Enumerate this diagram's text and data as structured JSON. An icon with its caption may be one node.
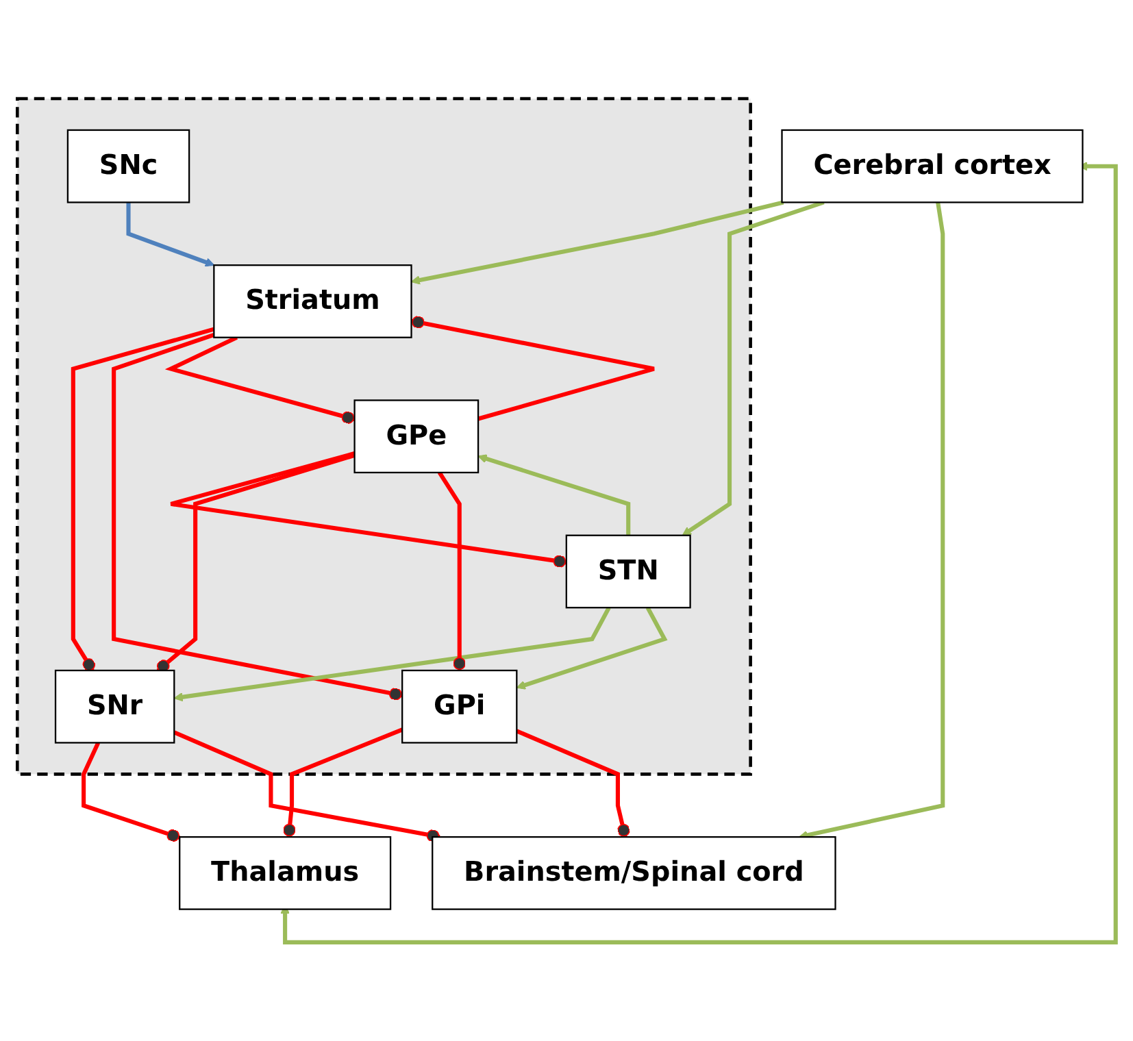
{
  "diagram": {
    "nodes": [
      {
        "text": [
          "Cerebral cortex"
        ]
      },
      {
        "text": [],
        "shape": "box"
      },
      {
        "text": [
          "SNc"
        ],
        "in": 1
      },
      {
        "text": [
          "Striatum"
        ],
        "in": 1
      },
      {
        "text": [
          "GPe"
        ],
        "in": 1
      },
      {
        "text": [
          "STN"
        ],
        "in": 1
      },
      {
        "text": [
          "SNr"
        ],
        "in": 1
      },
      {
        "text": [
          "GPi"
        ],
        "in": 1
      },
      {
        "text": [
          "Thalamus"
        ]
      },
      {
        "text": [
          "Brainstem/Spinal cord"
        ]
      }
    ],
    "edges": [
      {
        "from": 0,
        "to": 3,
        "arrow": "to",
        "color": "#9bbb59"
      },
      {
        "from": 8,
        "to": 0,
        "arrow": "both",
        "color": "#9bbb59"
      },
      {
        "from": 0,
        "to": 5,
        "arrow": "to",
        "color": "#9bbb59"
      },
      {
        "from": 0,
        "to": 9,
        "arrow": "to",
        "color": "#9bbb59"
      },
      {
        "from": 2,
        "to": 3,
        "arrow": "to",
        "color": "#4f81bd"
      },
      {
        "from": 3,
        "to": 6,
        "arrow": "other"
      },
      {
        "from": 3,
        "to": 7,
        "arrow": "other"
      },
      {
        "from": 4,
        "to": 3,
        "arrow": "other"
      },
      {
        "from": 3,
        "to": 4,
        "arrow": "other"
      },
      {
        "from": 5,
        "to": 6,
        "arrow": "to",
        "color": "#9bbb59"
      },
      {
        "from": 5,
        "to": 4,
        "arrow": "to",
        "color": "#9bbb59"
      },
      {
        "from": 5,
        "to": 7,
        "arrow": "to",
        "color": "#9bbb59"
      },
      {
        "from": 4,
        "to": 5,
        "arrow": "other"
      },
      {
        "from": 4,
        "to": 6,
        "arrow": "other"
      },
      {
        "from": 4,
        "to": 7,
        "arrow": "other"
      },
      {
        "from": 6,
        "to": 8,
        "arrow": "other"
      },
      {
        "from": 6,
        "to": 9,
        "arrow": "other"
      },
      {
        "from": 7,
        "to": 8,
        "arrow": "other"
      },
      {
        "from": 7,
        "to": 9,
        "arrow": "other"
      }
    ]
  }
}
